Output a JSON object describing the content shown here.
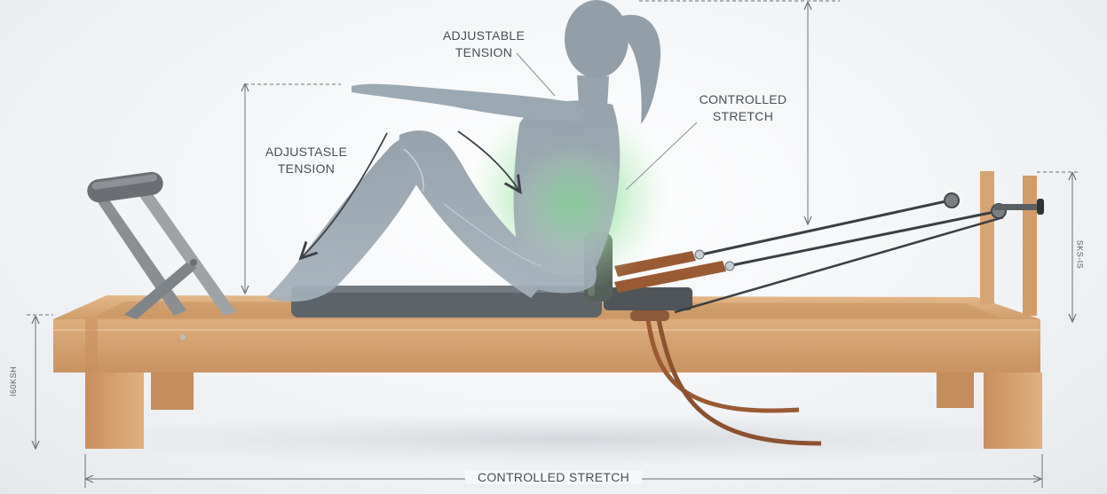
{
  "labels": {
    "top_center": [
      "ADJUSTABLE",
      "TENSION"
    ],
    "left_middle": [
      "ADJUSTASLE",
      "TENSION"
    ],
    "right": [
      "CONTROLLED",
      "STRETCH"
    ],
    "bottom": "CONTROLLED STRETCH"
  },
  "dimensions": {
    "left_height": "I60KSH",
    "right_height": "SKS-IS"
  },
  "colors": {
    "wood": "#d9a877",
    "figure": "#97a6b1",
    "glow": "#7fe08a",
    "carriage": "#5a6166",
    "strap": "#9a5a33"
  }
}
